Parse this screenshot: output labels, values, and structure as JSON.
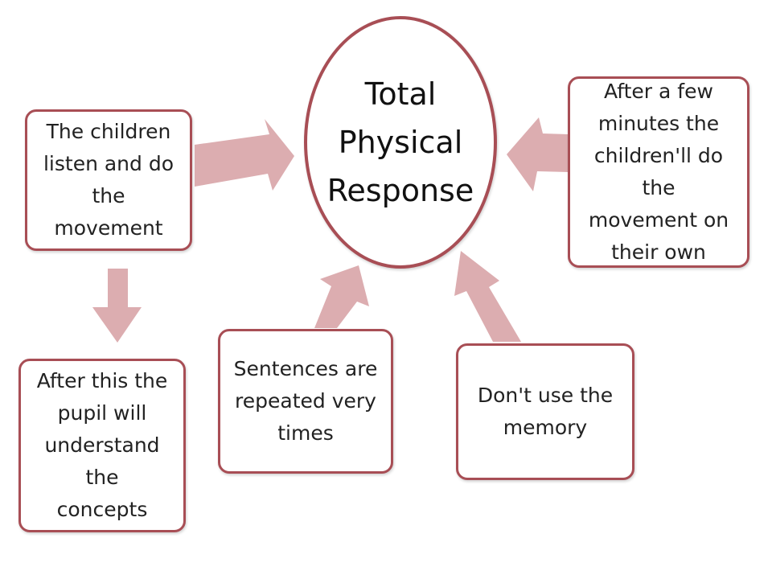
{
  "diagram": {
    "center": {
      "label": "Total\nPhysical\nResponse"
    },
    "boxes": {
      "children_listen": "The children\nlisten and do the\nmovement",
      "after_few_minutes": "After a few\nminutes the\nchildren'll do the\nmovement on\ntheir own",
      "pupil_understand": "After this the\npupil will\nunderstand the\nconcepts",
      "sentences_repeated": "Sentences are\nrepeated very\ntimes",
      "dont_use_memory": "Don't use the\nmemory"
    },
    "colors": {
      "border": "#a84e55",
      "arrow_fill": "#dcadb0",
      "text": "#222222",
      "background": "#ffffff"
    }
  }
}
